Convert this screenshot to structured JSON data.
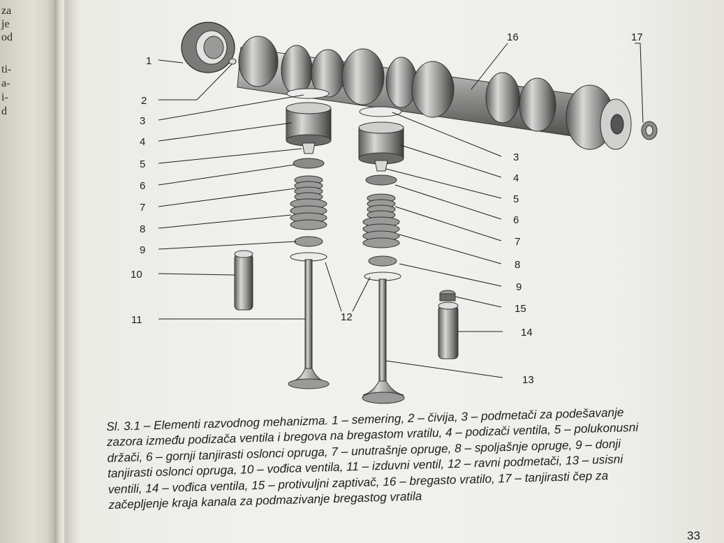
{
  "left_page_fragments": [
    "za",
    "je",
    "od",
    "ti-",
    "a-",
    "i-",
    "d"
  ],
  "labels": {
    "l1": "1",
    "l2": "2",
    "l3a": "3",
    "l4a": "4",
    "l5a": "5",
    "l6a": "6",
    "l7a": "7",
    "l8a": "8",
    "l9a": "9",
    "l10": "10",
    "l11": "11",
    "l12": "12",
    "l3b": "3",
    "l4b": "4",
    "l5b": "5",
    "l6b": "6",
    "l7b": "7",
    "l8b": "8",
    "l9b": "9",
    "l15": "15",
    "l14": "14",
    "l13": "13",
    "l16": "16",
    "l17": "17"
  },
  "caption": [
    "Sl. 3.1 – Elementi razvodnog mehanizma. 1 – semering, 2 – čivija, 3 – podmetači za podešavanje",
    "zazora između podizača ventila i bregova na bregastom vratilu, 4 – podizači ventila, 5 – polukonusni",
    "držači, 6 – gornji tanjirasti oslonci opruga, 7 – unutrašnje opruge, 8 – spoljašnje opruge, 9 – donji",
    "tanjirasti oslonci opruga, 10 – vođica ventila, 11 – izduvni ventil, 12 – ravni podmetači, 13 – usisni",
    "ventili, 14 – vođica ventila, 15 – protivuljni zaptivač, 16 – bregasto vratilo, 17 – tanjirasti čep za",
    "začepljenje kraja kanala za podmazivanje bregastog vratila"
  ],
  "page_number": "33"
}
